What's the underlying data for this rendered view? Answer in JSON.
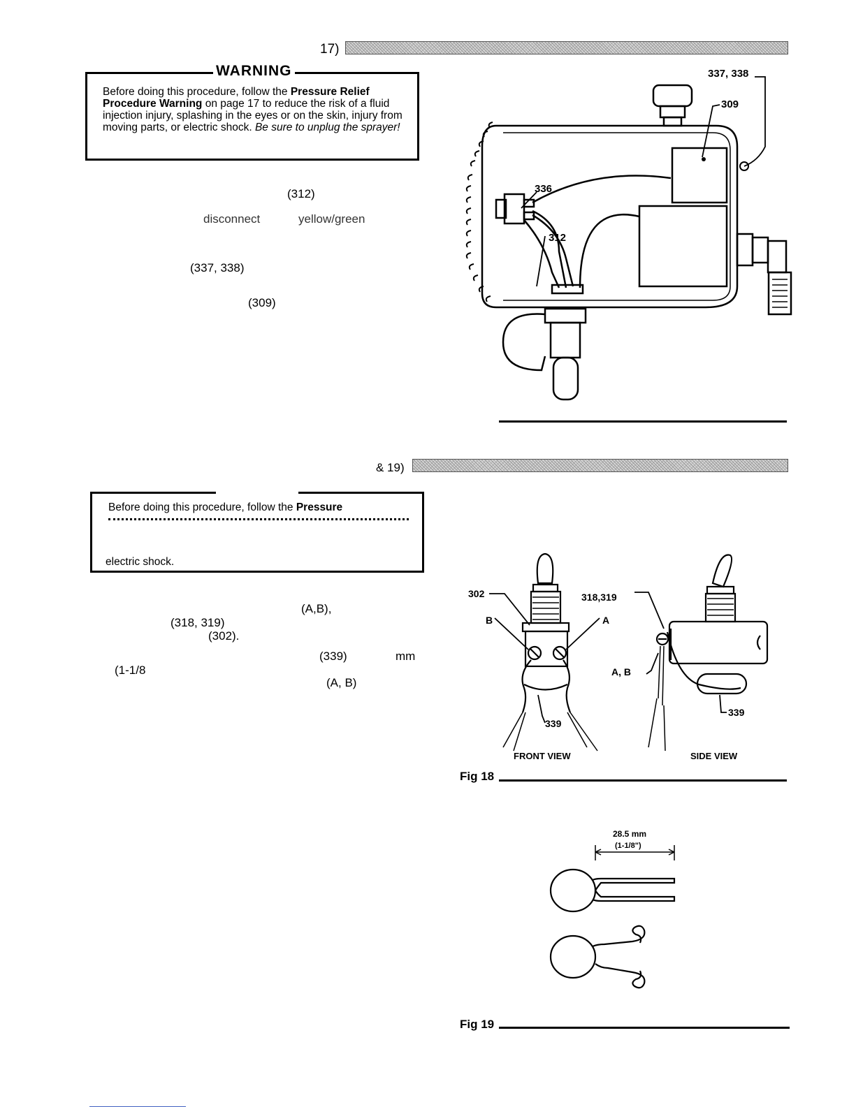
{
  "section17": {
    "heading": "17)"
  },
  "warning1": {
    "title": "WARNING",
    "text_a": "Before doing this procedure, follow the ",
    "bold_a": "Pressure Relief Procedure Warning",
    "text_b": " on page 17 to reduce the risk of a fluid injection injury, splashing in the eyes or on the skin, injury from moving parts, or electric shock. ",
    "italic": "Be sure to unplug the sprayer!"
  },
  "frag1": [
    "(312)",
    "disconnect",
    "yellow/green",
    "(337, 338)",
    "(309)"
  ],
  "fig17": {
    "callouts": [
      "337, 338",
      "309",
      "336",
      "312"
    ]
  },
  "section18": {
    "heading": "& 19)"
  },
  "warning2": {
    "text_a": "Before doing this procedure, follow the ",
    "bold_a": "Pressure",
    "text_end": "electric shock."
  },
  "frag2": [
    "(A,B),",
    "(318, 319)",
    "(302).",
    "(339)",
    "mm",
    "(1-1/8",
    "(A, B)"
  ],
  "fig18": {
    "callouts": [
      "302",
      "B",
      "A",
      "339",
      "318,319",
      "A, B",
      "339"
    ],
    "front_caption": "FRONT VIEW",
    "side_caption": "SIDE VIEW",
    "label": "Fig 18"
  },
  "fig19": {
    "dim_mm": "28.5 mm",
    "dim_in": "(1-1/8\")",
    "label": "Fig 19"
  }
}
